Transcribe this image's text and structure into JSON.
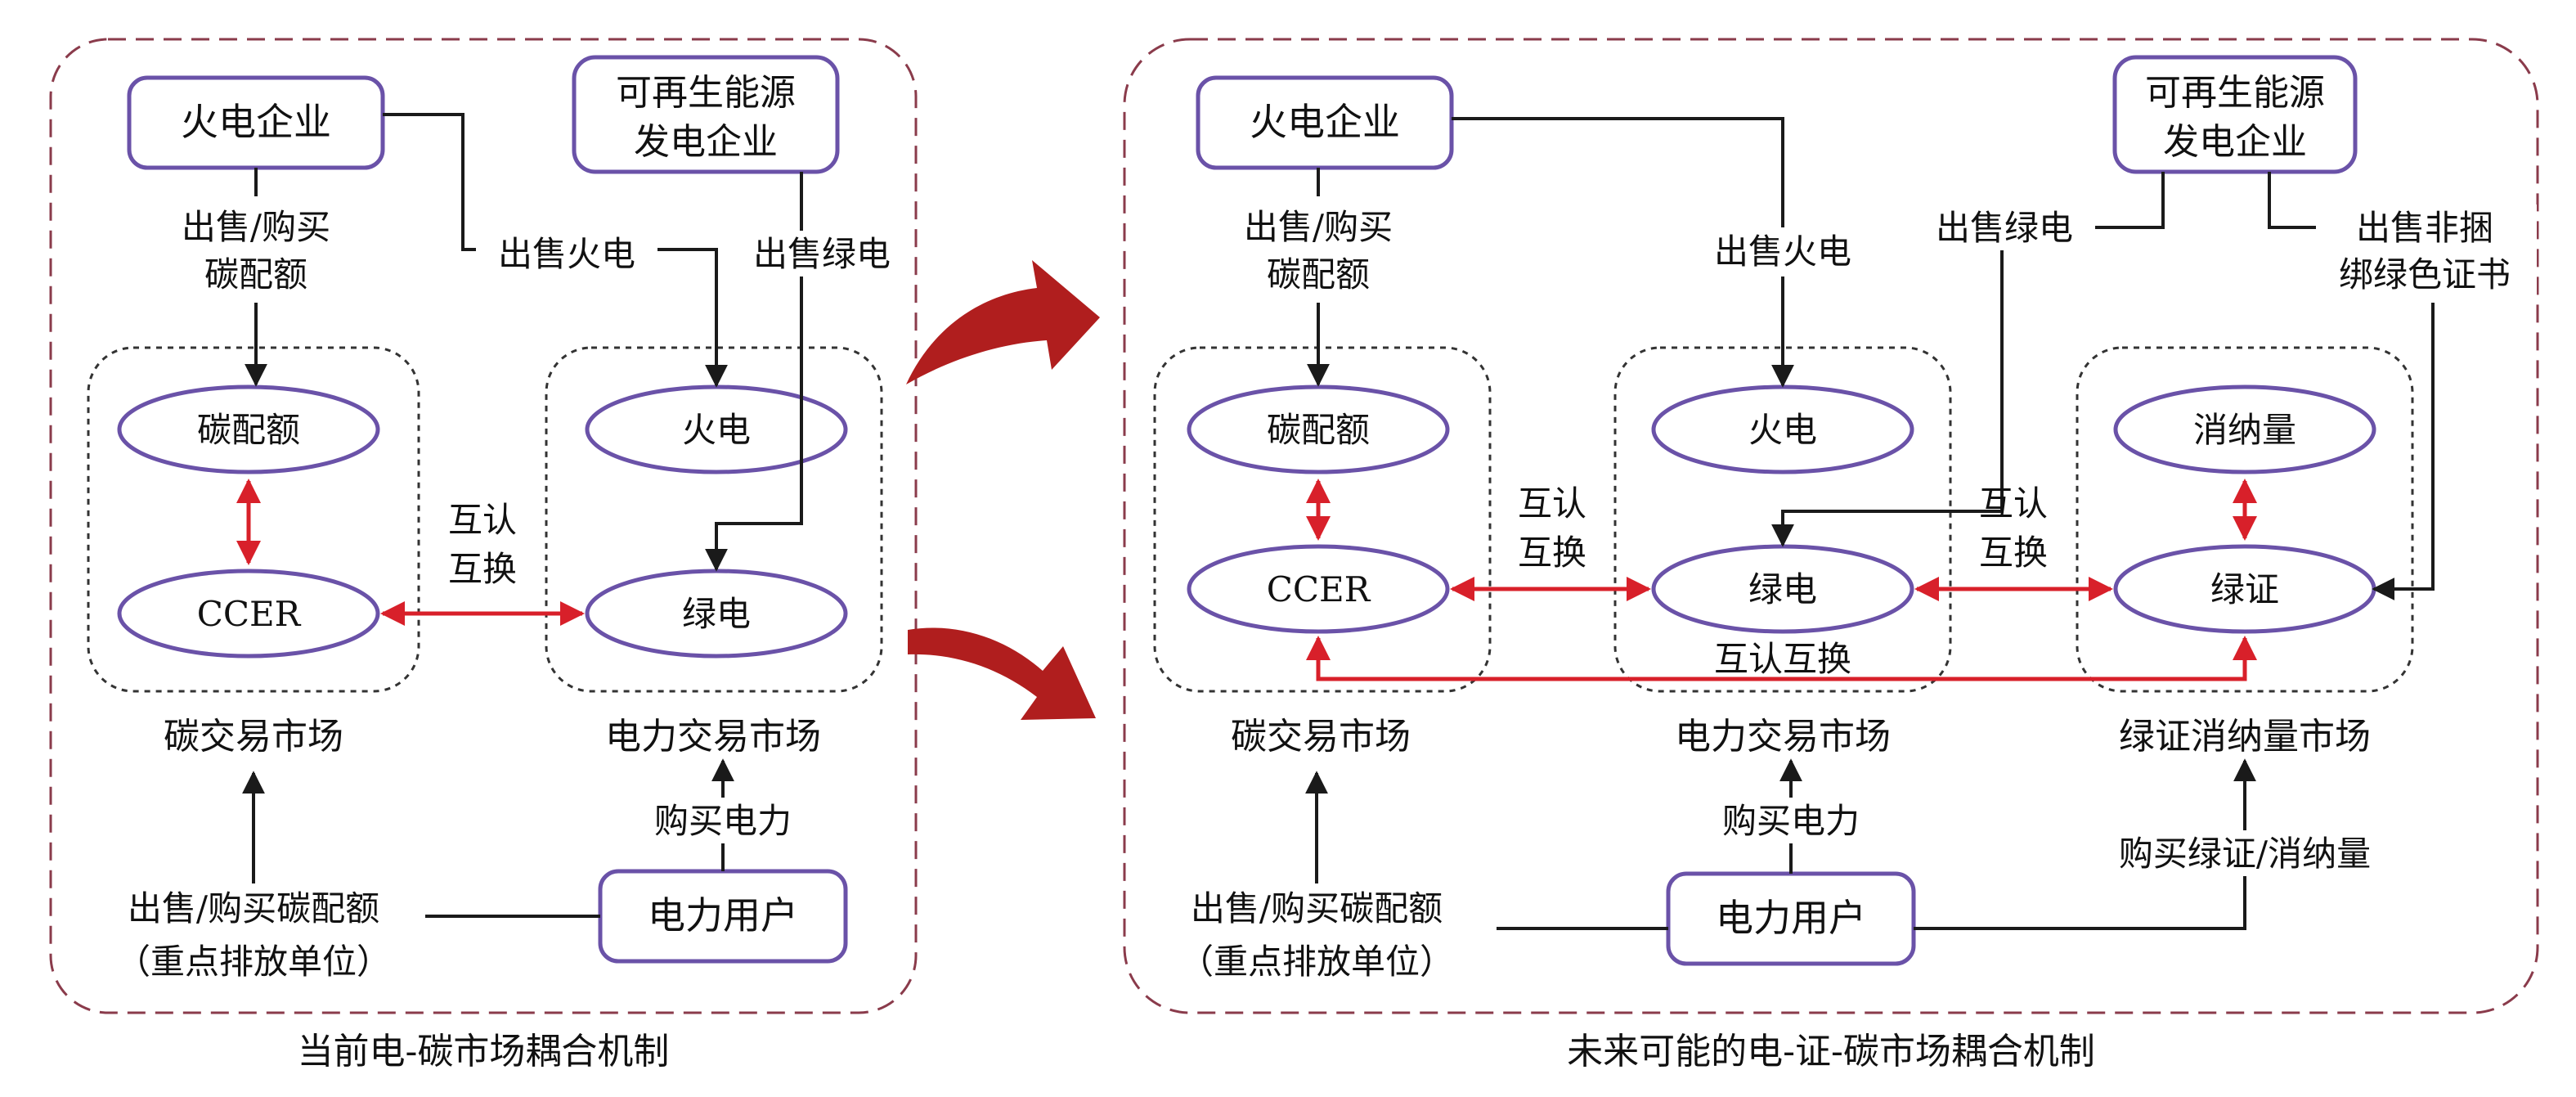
{
  "colors": {
    "frame": "#8a3b4b",
    "node_border": "#6a52a8",
    "flow_line": "#1a1a1a",
    "exchange_arrow": "#d8202a",
    "transition_arrow": "#b01e1e"
  },
  "left": {
    "caption": "当前电-碳市场耦合机制",
    "nodes": {
      "thermal_company": "火电企业",
      "renewable_company": [
        "可再生能源",
        "发电企业"
      ],
      "power_user": "电力用户"
    },
    "markets": {
      "carbon": {
        "label": "碳交易市场",
        "items": [
          "碳配额",
          "CCER"
        ]
      },
      "power": {
        "label": "电力交易市场",
        "items": [
          "火电",
          "绿电"
        ]
      }
    },
    "flows": {
      "sell_buy_quota": [
        "出售/购买",
        "碳配额"
      ],
      "sell_thermal": "出售火电",
      "sell_green": "出售绿电",
      "mutual_exchange": [
        "互认",
        "互换"
      ],
      "buy_power": "购买电力",
      "sell_buy_quota_emitters": [
        "出售/购买碳配额",
        "（重点排放单位）"
      ]
    }
  },
  "right": {
    "caption": "未来可能的电-证-碳市场耦合机制",
    "nodes": {
      "thermal_company": "火电企业",
      "renewable_company": [
        "可再生能源",
        "发电企业"
      ],
      "power_user": "电力用户"
    },
    "markets": {
      "carbon": {
        "label": "碳交易市场",
        "items": [
          "碳配额",
          "CCER"
        ]
      },
      "power": {
        "label": "电力交易市场",
        "items": [
          "火电",
          "绿电"
        ]
      },
      "certificate": {
        "label": "绿证消纳量市场",
        "items": [
          "消纳量",
          "绿证"
        ]
      }
    },
    "flows": {
      "sell_buy_quota": [
        "出售/购买",
        "碳配额"
      ],
      "sell_thermal": "出售火电",
      "sell_green": "出售绿电",
      "sell_unbundled_cert": [
        "出售非捆",
        "绑绿色证书"
      ],
      "mutual_exchange_1": [
        "互认",
        "互换"
      ],
      "mutual_exchange_2": [
        "互认",
        "互换"
      ],
      "mutual_exchange_bottom": "互认互换",
      "buy_power": "购买电力",
      "buy_cert": "购买绿证/消纳量",
      "sell_buy_quota_emitters": [
        "出售/购买碳配额",
        "（重点排放单位）"
      ]
    }
  }
}
